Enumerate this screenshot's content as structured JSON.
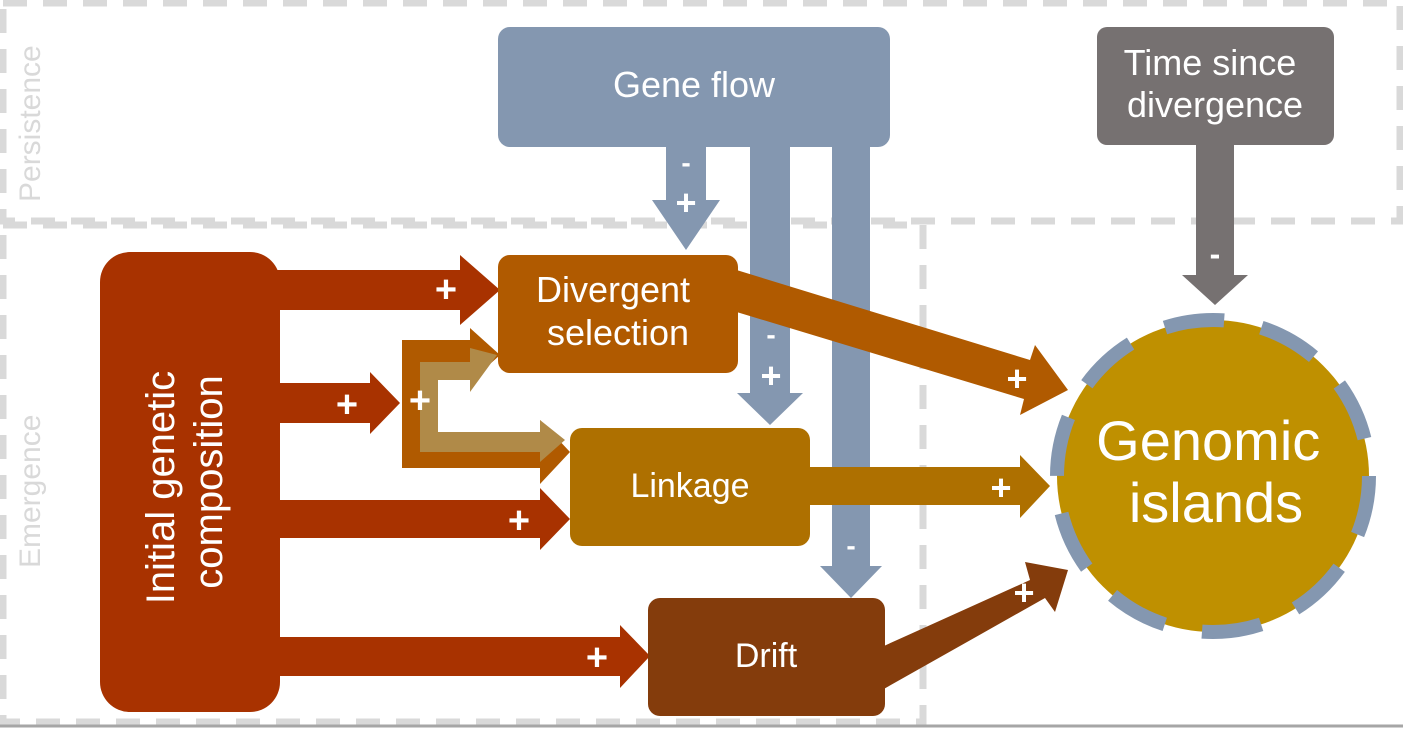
{
  "regions": {
    "persistence": "Persistence",
    "emergence": "Emergence"
  },
  "nodes": {
    "gene_flow": "Gene flow",
    "time_since_divergence": [
      "Time since",
      "divergence"
    ],
    "initial_genetic_composition": [
      "Initial genetic",
      "composition"
    ],
    "divergent_selection": [
      "Divergent",
      "selection"
    ],
    "linkage": "Linkage",
    "drift": "Drift",
    "genomic_islands": [
      "Genomic",
      "islands"
    ]
  },
  "edges": [
    {
      "from": "initial_genetic_composition",
      "to": "divergent_selection",
      "sign": "+"
    },
    {
      "from": "initial_genetic_composition",
      "to": "divergent_selection_and_linkage",
      "sign": "+"
    },
    {
      "from": "initial_genetic_composition",
      "to": "linkage",
      "sign": "+"
    },
    {
      "from": "initial_genetic_composition",
      "to": "drift",
      "sign": "+"
    },
    {
      "from": "divergent_selection",
      "to": "linkage",
      "sign": "+"
    },
    {
      "from": "gene_flow",
      "to": "divergent_selection",
      "sign": "- +"
    },
    {
      "from": "gene_flow",
      "to": "linkage",
      "sign": "- +"
    },
    {
      "from": "gene_flow",
      "to": "drift",
      "sign": "-"
    },
    {
      "from": "divergent_selection",
      "to": "genomic_islands",
      "sign": "+"
    },
    {
      "from": "linkage",
      "to": "genomic_islands",
      "sign": "+"
    },
    {
      "from": "drift",
      "to": "genomic_islands",
      "sign": "+"
    },
    {
      "from": "time_since_divergence",
      "to": "genomic_islands",
      "sign": "-"
    }
  ],
  "signs": {
    "plus": "+",
    "minus": "-"
  },
  "colors": {
    "gene_flow": "#8497b0",
    "time": "#767171",
    "initial": "#a83200",
    "divergent": "#b05a00",
    "linkage": "#ae7000",
    "drift": "#843c0c",
    "islands": "#bf9000",
    "feedback": "#b08a48",
    "region_border": "#d9d9d9"
  }
}
